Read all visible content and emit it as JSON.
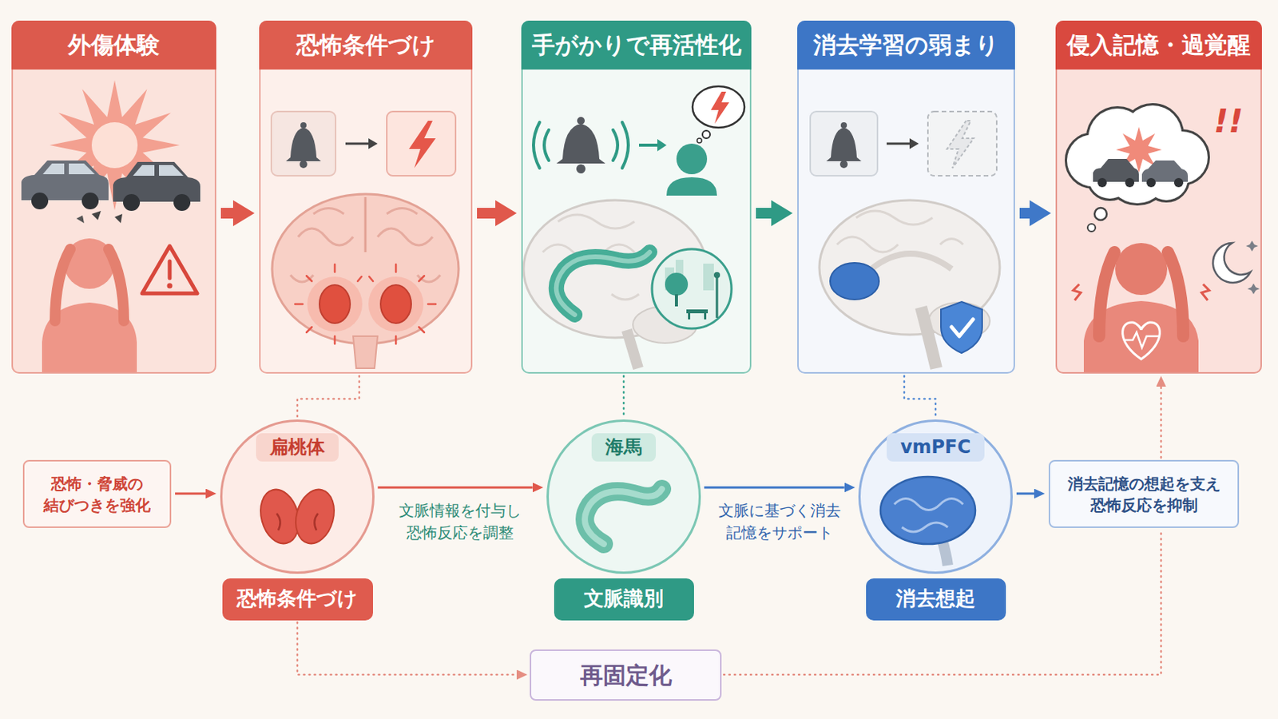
{
  "diagram": {
    "nodes": [
      {
        "text": [
          "外傷体験"
        ]
      },
      {
        "text": [
          "恐怖条件づけ"
        ]
      },
      {
        "text": [
          "手がかりで再活性化"
        ]
      },
      {
        "text": [
          "消去学習の弱まり"
        ]
      },
      {
        "text": [
          "侵入記憶・過覚醒"
        ]
      },
      {
        "text": [
          "恐怖・脅威の 結びつきを強化"
        ]
      },
      {
        "text": [
          "扁桃体"
        ]
      },
      {
        "text": [
          "恐怖条件づけ"
        ]
      },
      {
        "text": [
          "海馬"
        ]
      },
      {
        "text": [
          "文脈識別"
        ]
      },
      {
        "text": [
          "vmPFC"
        ]
      },
      {
        "text": [
          "消去想起"
        ]
      },
      {
        "text": [
          "消去記憶の想起を支え 恐怖反応を抑制"
        ]
      },
      {
        "text": [
          "再固定化"
        ]
      }
    ],
    "edges": [
      {
        "from": 0,
        "to": 1,
        "arrow": "to"
      },
      {
        "from": 1,
        "to": 2,
        "arrow": "to"
      },
      {
        "from": 2,
        "to": 3,
        "arrow": "to"
      },
      {
        "from": 3,
        "to": 4,
        "arrow": "to"
      },
      {
        "from": 1,
        "to": 6,
        "arrow": "none"
      },
      {
        "from": 2,
        "to": 8,
        "arrow": "none"
      },
      {
        "from": 3,
        "to": 10,
        "arrow": "none"
      },
      {
        "from": 5,
        "to": 6,
        "arrow": "to"
      },
      {
        "from": 6,
        "to": 8,
        "label": "文脈情報を付与し 恐怖反応を調整",
        "arrow": "to"
      },
      {
        "from": 8,
        "to": 10,
        "label": "文脈に基づく消去 記憶をサポート",
        "arrow": "to"
      },
      {
        "from": 10,
        "to": 12,
        "arrow": "to"
      },
      {
        "from": 12,
        "to": 4,
        "arrow": "to"
      },
      {
        "from": 7,
        "to": 13,
        "arrow": "to"
      },
      {
        "from": 13,
        "to": 12,
        "arrow": "none"
      }
    ],
    "labels": [
      "!!"
    ]
  }
}
